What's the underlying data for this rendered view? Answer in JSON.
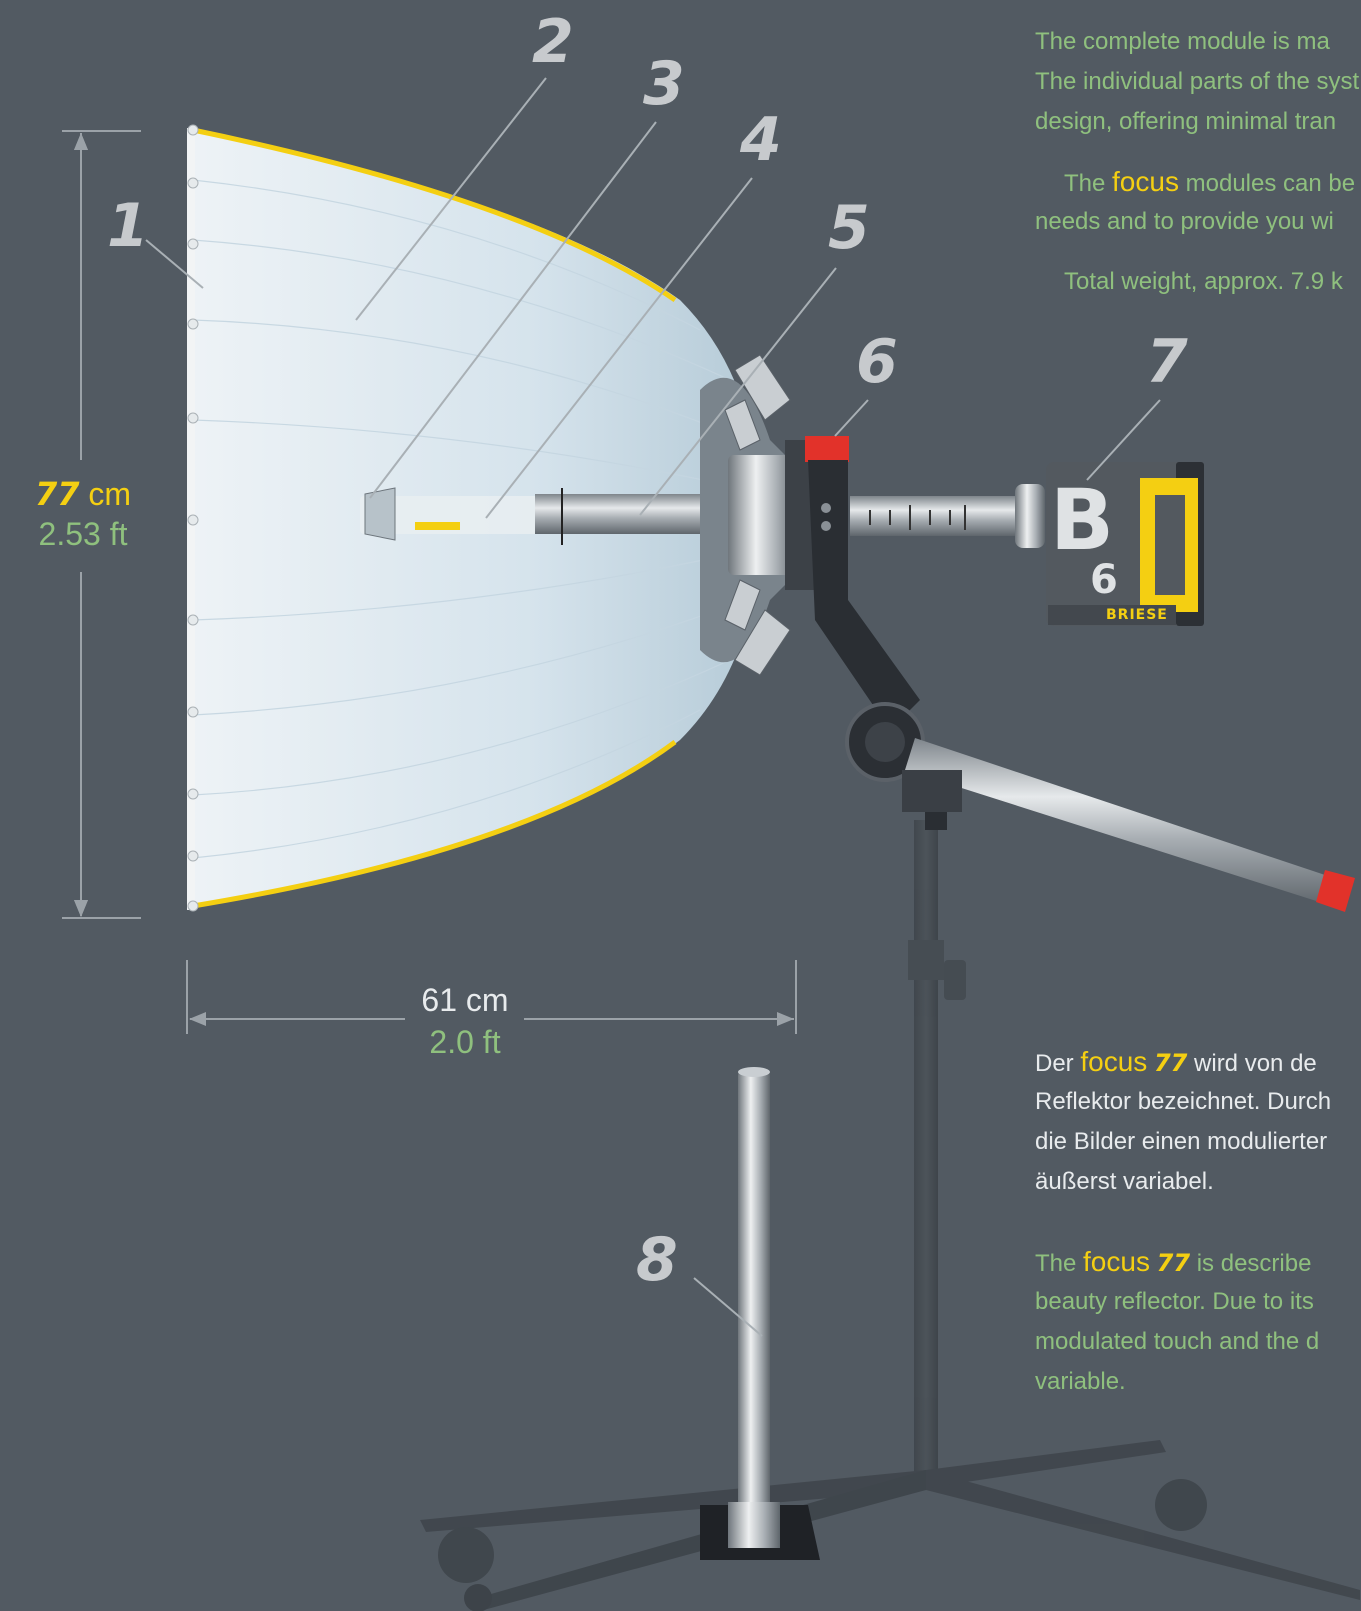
{
  "callouts": [
    "1",
    "2",
    "3",
    "4",
    "5",
    "6",
    "7",
    "8"
  ],
  "height_dim": {
    "bold": "77",
    "unit": "cm",
    "imperial": "2.53 ft"
  },
  "width_dim": {
    "metric": "61 cm",
    "imperial": "2.0 ft"
  },
  "top_text": {
    "line1": "The complete module is ma",
    "line2": "The individual parts of the syst",
    "line3": "design, offering minimal tran",
    "line4_pre": "The ",
    "line4_brand": "focus",
    "line4_post": " modules can be",
    "line5": "needs and to provide you wi",
    "line6": "Total weight, approx. 7.9 k"
  },
  "german_text": {
    "line1_pre": "Der ",
    "line1_brand": "focus",
    "line1_num": "77",
    "line1_post": " wird von de",
    "line2": "Reflektor bezeichnet. Durch",
    "line3": "die Bilder einen modulierter",
    "line4": "äußerst variabel."
  },
  "english_text": {
    "line1_pre": "The ",
    "line1_brand": "focus",
    "line1_num": "77",
    "line1_post": " is describe",
    "line2": "beauty reflector. Due to its",
    "line3": "modulated touch and the d",
    "line4": "variable."
  },
  "logo": {
    "letter": "B",
    "digit": "6",
    "brand": "BRIESE"
  },
  "colors": {
    "background": "#525a62",
    "accent_yellow": "#f4cf12",
    "green_text": "#8fc07e",
    "callout_grey": "#c7cacd"
  }
}
